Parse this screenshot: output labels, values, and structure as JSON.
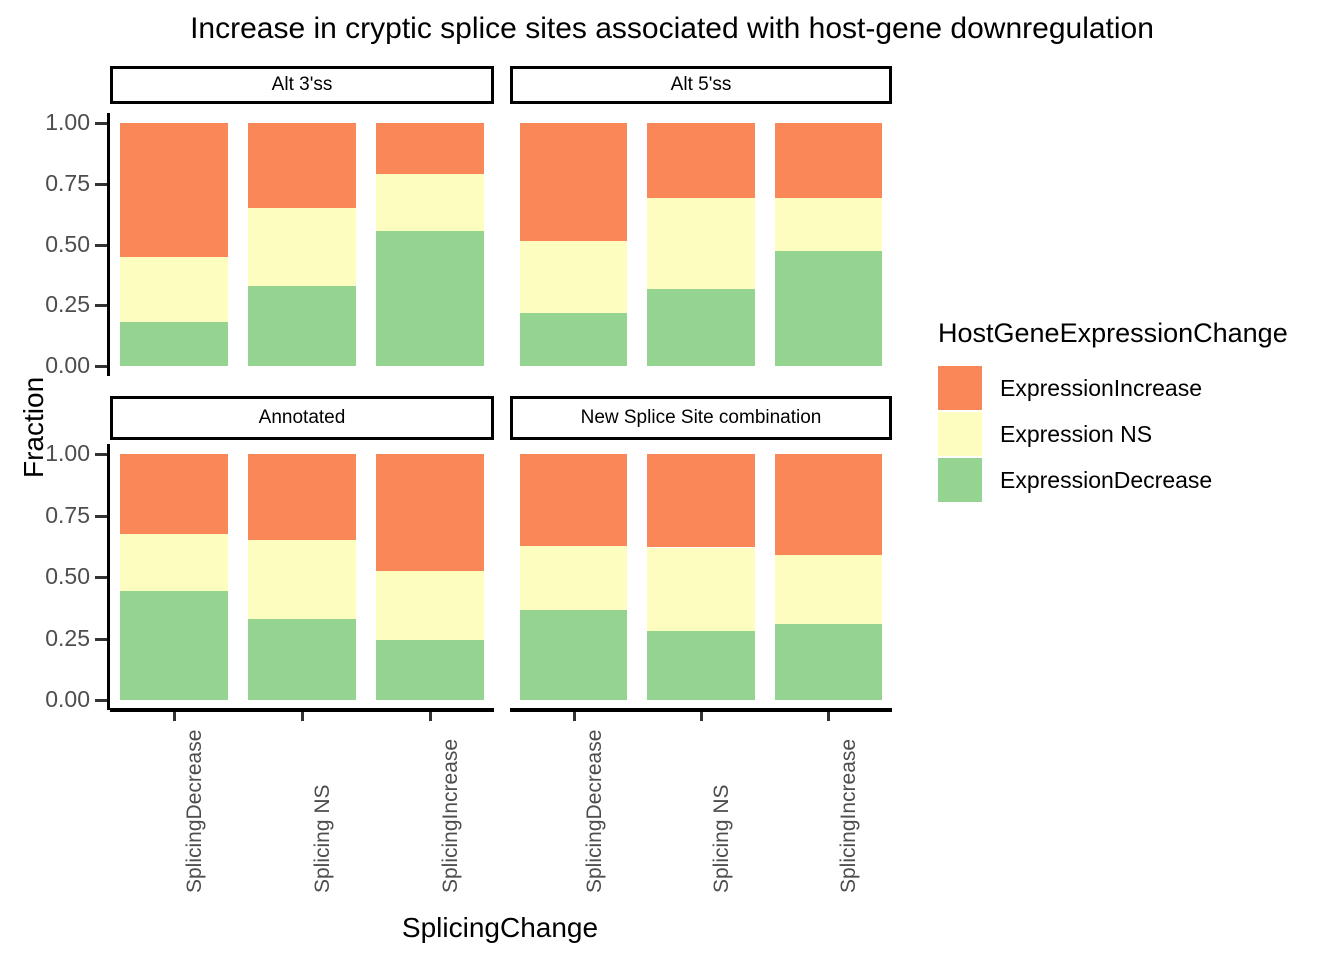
{
  "chart_data": {
    "type": "bar",
    "stacked": true,
    "position": "fill",
    "title": "Increase in cryptic splice sites associated with host-gene downregulation",
    "xlabel": "SplicingChange",
    "ylabel": "Fraction",
    "ylim": [
      0,
      1
    ],
    "yticks": [
      0.0,
      0.25,
      0.5,
      0.75,
      1.0
    ],
    "ytick_labels": [
      "0.00",
      "0.25",
      "0.50",
      "0.75",
      "1.00"
    ],
    "categories": [
      "SplicingDecrease",
      "Splicing NS",
      "SplicingIncrease"
    ],
    "grid": false,
    "legend": {
      "title": "HostGeneExpressionChange",
      "position": "right",
      "entries": [
        {
          "name": "ExpressionIncrease",
          "color": "#F98757"
        },
        {
          "name": "Expression NS",
          "color": "#FDFDBF"
        },
        {
          "name": "ExpressionDecrease",
          "color": "#95D490"
        }
      ]
    },
    "facet_var": "SpliceSiteClass",
    "facets": [
      {
        "label": "Alt 3'ss",
        "row": 0,
        "col": 0,
        "bars": [
          {
            "category": "SplicingDecrease",
            "ExpressionDecrease": 0.18,
            "Expression NS": 0.27,
            "ExpressionIncrease": 0.55
          },
          {
            "category": "Splicing NS",
            "ExpressionDecrease": 0.33,
            "Expression NS": 0.32,
            "ExpressionIncrease": 0.35
          },
          {
            "category": "SplicingIncrease",
            "ExpressionDecrease": 0.555,
            "Expression NS": 0.235,
            "ExpressionIncrease": 0.21
          }
        ]
      },
      {
        "label": "Alt 5'ss",
        "row": 0,
        "col": 1,
        "bars": [
          {
            "category": "SplicingDecrease",
            "ExpressionDecrease": 0.22,
            "Expression NS": 0.295,
            "ExpressionIncrease": 0.485
          },
          {
            "category": "Splicing NS",
            "ExpressionDecrease": 0.315,
            "Expression NS": 0.375,
            "ExpressionIncrease": 0.31
          },
          {
            "category": "SplicingIncrease",
            "ExpressionDecrease": 0.475,
            "Expression NS": 0.215,
            "ExpressionIncrease": 0.31
          }
        ]
      },
      {
        "label": "Annotated",
        "row": 1,
        "col": 0,
        "bars": [
          {
            "category": "SplicingDecrease",
            "ExpressionDecrease": 0.445,
            "Expression NS": 0.23,
            "ExpressionIncrease": 0.325
          },
          {
            "category": "Splicing NS",
            "ExpressionDecrease": 0.33,
            "Expression NS": 0.32,
            "ExpressionIncrease": 0.35
          },
          {
            "category": "SplicingIncrease",
            "ExpressionDecrease": 0.245,
            "Expression NS": 0.28,
            "ExpressionIncrease": 0.475
          }
        ]
      },
      {
        "label": "New Splice Site combination",
        "row": 1,
        "col": 1,
        "bars": [
          {
            "category": "SplicingDecrease",
            "ExpressionDecrease": 0.365,
            "Expression NS": 0.26,
            "ExpressionIncrease": 0.375
          },
          {
            "category": "Splicing NS",
            "ExpressionDecrease": 0.28,
            "Expression NS": 0.34,
            "ExpressionIncrease": 0.38
          },
          {
            "category": "SplicingIncrease",
            "ExpressionDecrease": 0.31,
            "Expression NS": 0.28,
            "ExpressionIncrease": 0.41
          }
        ]
      }
    ]
  }
}
